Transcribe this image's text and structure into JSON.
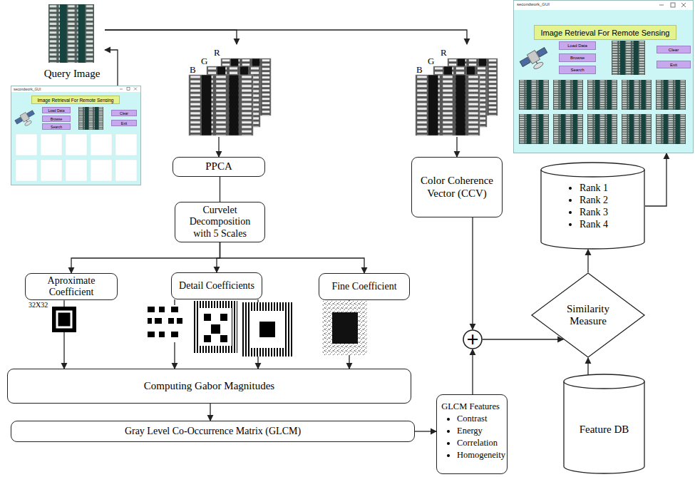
{
  "diagram": {
    "nodes": [
      {
        "text": [
          "Query Image"
        ]
      },
      {
        "text": [
          "B",
          "G",
          "R"
        ]
      },
      {
        "text": [
          "B",
          "G",
          "R"
        ]
      },
      {
        "text": [
          "secondwork_GUI"
        ]
      },
      {
        "text": [
          "Image Retrieval For Remote Sensing"
        ],
        "in": 3
      },
      {
        "text": [
          "Load Data"
        ],
        "in": 3
      },
      {
        "text": [
          "Browse"
        ],
        "in": 3
      },
      {
        "text": [
          "Search"
        ],
        "in": 3
      },
      {
        "text": [
          "Clear"
        ],
        "in": 3
      },
      {
        "text": [
          "Exit"
        ],
        "in": 3
      },
      {
        "text": [
          "secondwork_GUI"
        ]
      },
      {
        "text": [
          "Image Retrieval For Remote Sensing"
        ],
        "in": 10
      },
      {
        "text": [
          "Load Data"
        ],
        "in": 10
      },
      {
        "text": [
          "Browse"
        ],
        "in": 10
      },
      {
        "text": [
          "Search"
        ],
        "in": 10
      },
      {
        "text": [
          "Clear"
        ],
        "in": 10
      },
      {
        "text": [
          "Exit"
        ],
        "in": 10
      },
      {
        "text": [
          "PPCA"
        ]
      },
      {
        "text": [
          "Color Coherence Vector (CCV)"
        ]
      },
      {
        "text": [
          "Rank 1",
          "Rank 2",
          "Rank 3",
          "Rank 4"
        ]
      },
      {
        "text": [
          "Curvelet Decomposition with 5 Scales"
        ]
      },
      {
        "text": [
          "Similarity Measure"
        ]
      },
      {
        "text": [
          "Aproximate Coefficient"
        ]
      },
      {
        "text": [
          "Detail Coefficients"
        ]
      },
      {
        "text": [
          "Fine Coefficient"
        ]
      },
      {
        "text": [
          "+"
        ]
      },
      {
        "text": [
          "Feature DB"
        ]
      },
      {
        "text": [
          "Computing Gabor Magnitudes"
        ]
      },
      {
        "text": [
          "GLCM Features",
          "Contrast",
          "Energy",
          "Correlation",
          "Homogeneity"
        ]
      },
      {
        "text": [
          "Gray Level Co-Occurrence Matrix (GLCM)"
        ]
      }
    ],
    "edges": [
      {
        "from": 10,
        "to": 0,
        "arrow": "to"
      },
      {
        "from": 0,
        "to": 1,
        "arrow": "to"
      },
      {
        "from": 0,
        "to": 2,
        "arrow": "to"
      },
      {
        "from": 1,
        "to": 17,
        "arrow": "to"
      },
      {
        "from": 2,
        "to": 18,
        "arrow": "to"
      },
      {
        "from": 17,
        "to": 20,
        "arrow": "none"
      },
      {
        "from": 20,
        "to": 22,
        "arrow": "to"
      },
      {
        "from": 20,
        "to": 23,
        "arrow": "to"
      },
      {
        "from": 20,
        "to": 24,
        "arrow": "to"
      },
      {
        "from": 22,
        "to": 27,
        "arrow": "to"
      },
      {
        "from": 23,
        "to": 27,
        "arrow": "to"
      },
      {
        "from": 23,
        "to": 27,
        "arrow": "to"
      },
      {
        "from": 24,
        "to": 27,
        "arrow": "to"
      },
      {
        "from": 27,
        "to": 29,
        "arrow": "to"
      },
      {
        "from": 29,
        "to": 28,
        "arrow": "to"
      },
      {
        "from": 28,
        "to": 25,
        "arrow": "to"
      },
      {
        "from": 18,
        "to": 25,
        "arrow": "to"
      },
      {
        "from": 25,
        "to": 21,
        "arrow": "to"
      },
      {
        "from": 26,
        "to": 21,
        "arrow": "to"
      },
      {
        "from": 21,
        "to": 19,
        "arrow": "to"
      },
      {
        "from": 19,
        "to": 3,
        "arrow": "to"
      }
    ],
    "labels": [
      "32X32"
    ]
  }
}
